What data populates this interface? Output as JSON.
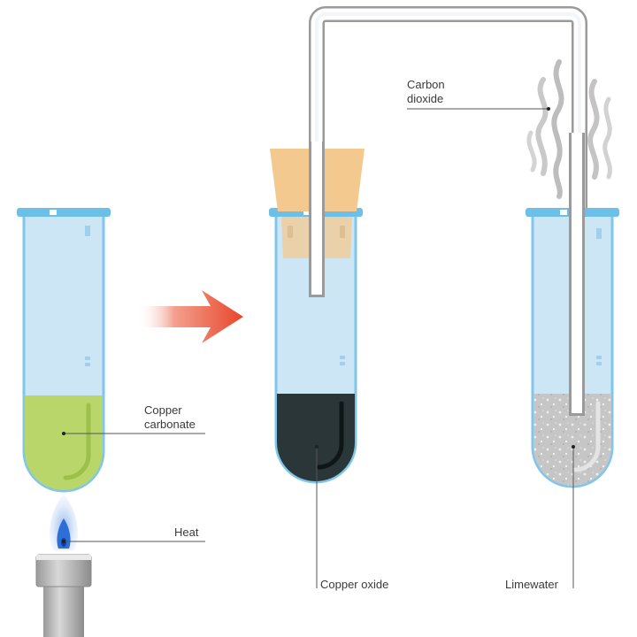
{
  "labels": {
    "copper_carbonate": [
      "Copper",
      "carbonate"
    ],
    "heat": "Heat",
    "copper_oxide": "Copper oxide",
    "limewater": "Limewater",
    "carbon_dioxide": [
      "Carbon",
      "dioxide"
    ]
  },
  "colors": {
    "glass": "#cde6f6",
    "glass_rim": "#6cc0e8",
    "copper_carbonate": "#b8d66a",
    "copper_oxide": "#2b3638",
    "limewater": "#c6c6c6",
    "cork": "#f4c98f",
    "arrow": "#e8452a",
    "flame": "#2d6fd6",
    "burner": "#b8b8b8",
    "leader_line": "#555555"
  }
}
